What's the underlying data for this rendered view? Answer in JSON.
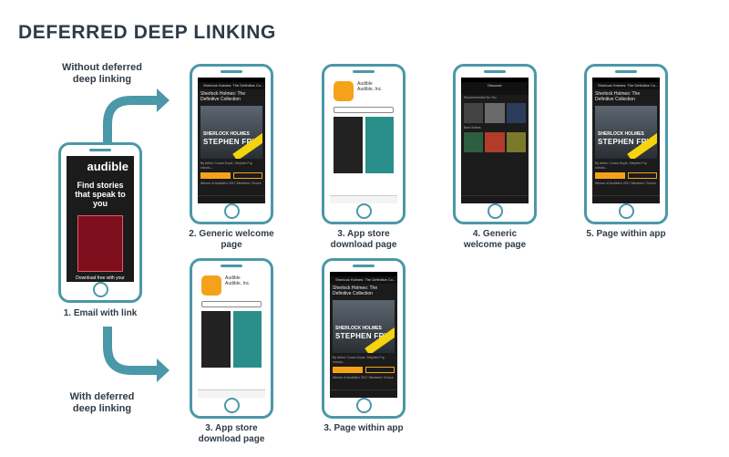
{
  "title": "DEFERRED DEEP LINKING",
  "labels": {
    "without": [
      "Without deferred",
      "deep linking"
    ],
    "with": [
      "With deferred",
      "deep linking"
    ]
  },
  "email_phone": {
    "caption": "1. Email with link"
  },
  "top_row": [
    {
      "caption": [
        "2. Generic welcome",
        "page"
      ]
    },
    {
      "caption": [
        "3. App store",
        "download page"
      ]
    },
    {
      "caption": [
        "4. Generic",
        "welcome page"
      ]
    },
    {
      "caption": [
        "5. Page within app"
      ]
    }
  ],
  "bottom_row": [
    {
      "caption": [
        "3. App store",
        "download page"
      ]
    },
    {
      "caption": [
        "3. Page within app"
      ]
    }
  ],
  "colors": {
    "frame": "#4a98a8",
    "arrow": "#4a98a8",
    "accent": "#f5a21a"
  }
}
